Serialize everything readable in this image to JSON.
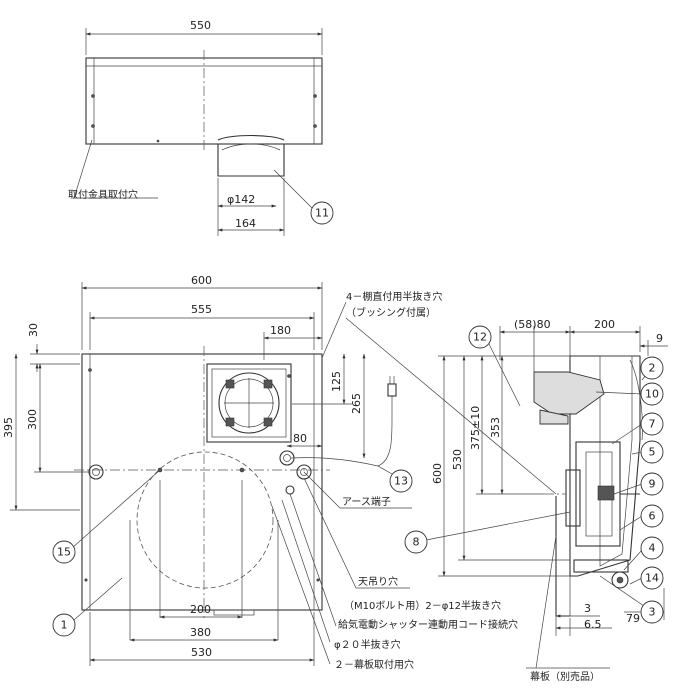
{
  "dimensions": {
    "top_width": "550",
    "duct_dia": "φ142",
    "duct_width": "164",
    "front_width_600": "600",
    "front_width_555": "555",
    "duct_offset_180": "180",
    "height_395": "395",
    "height_300": "300",
    "top_30": "30",
    "duct_125": "125",
    "cord_265": "265",
    "terminal_80": "80",
    "bottom_200": "200",
    "bottom_380": "380",
    "bottom_530": "530",
    "side_58_80": "(58)80",
    "side_200": "200",
    "side_9": "9",
    "side_600": "600",
    "side_530": "530",
    "side_375": "375±10",
    "side_353": "353",
    "side_3": "3",
    "side_6_5": "6.5",
    "side_79": "79"
  },
  "labels": {
    "mount_hole": "取付金具取付穴",
    "shelf_holes": "4－棚直付用半抜き穴",
    "bushing": "（ブッシング付属）",
    "earth": "アース端子",
    "hang_holes": "天吊り穴",
    "m10_holes": "（M10ボルト用）2－φ12半抜き穴",
    "shutter_cord": "給気電動シャッター連動用コード接続穴",
    "knock_20": "φ２０半抜き穴",
    "skirt_holes": "２－幕板取付用穴",
    "skirt_board": "幕板（別売品）"
  },
  "callouts": {
    "n1": "1",
    "n2": "2",
    "n3": "3",
    "n4": "4",
    "n5": "5",
    "n6": "6",
    "n7": "7",
    "n8": "8",
    "n9": "9",
    "n10": "10",
    "n11": "11",
    "n12": "12",
    "n13": "13",
    "n14": "14",
    "n15": "15"
  }
}
